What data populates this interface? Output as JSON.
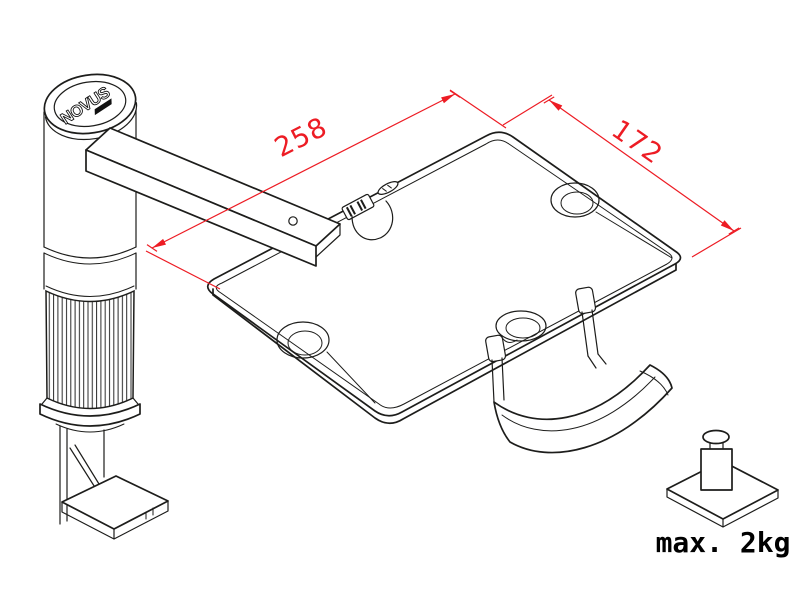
{
  "drawing": {
    "brand": "NOVUS",
    "dimension_width_label": "258",
    "dimension_depth_label": "172",
    "max_load_label": "max. 2kg",
    "colors": {
      "line": "#1d1d1b",
      "dimension_red": "#ed1c24",
      "background": "#ffffff"
    }
  }
}
